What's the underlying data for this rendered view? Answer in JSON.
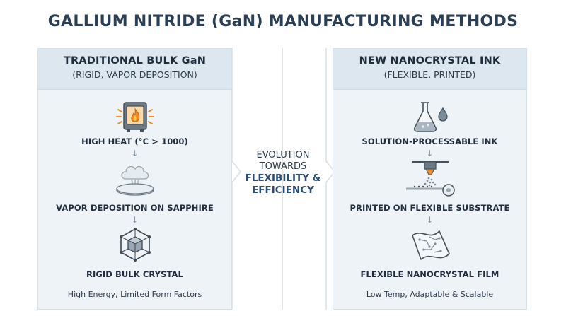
{
  "title": "GALLIUM NITRIDE (GaN) MANUFACTURING METHODS",
  "left_panel": {
    "title": "TRADITIONAL BULK GaN",
    "subtitle": "(RIGID, VAPOR DEPOSITION)",
    "steps": [
      {
        "label": "HIGH HEAT (°C > 1000)",
        "icon": "furnace-flame-icon"
      },
      {
        "label": "VAPOR DEPOSITION ON SAPPHIRE",
        "icon": "vapor-wafer-icon"
      },
      {
        "label": "RIGID BULK CRYSTAL",
        "icon": "crystal-cube-icon"
      }
    ],
    "note": "High Energy, Limited Form Factors"
  },
  "center": {
    "line1": "EVOLUTION",
    "line2": "TOWARDS",
    "line3": "FLEXIBILITY &",
    "line4": "EFFICIENCY"
  },
  "right_panel": {
    "title": "NEW NANOCRYSTAL INK",
    "subtitle": "(FLEXIBLE, PRINTED)",
    "steps": [
      {
        "label": "SOLUTION-PROCESSABLE INK",
        "icon": "flask-droplet-icon"
      },
      {
        "label": "PRINTED ON FLEXIBLE SUBSTRATE",
        "icon": "printer-nozzle-icon"
      },
      {
        "label": "FLEXIBLE NANOCRYSTAL FILM",
        "icon": "flexible-film-icon"
      }
    ],
    "note": "Low Temp, Adaptable & Scalable"
  },
  "colors": {
    "title": "#2a3f55",
    "panel_bg": "#eef3f7",
    "panel_header": "#dde7ef",
    "accent": "#2a4d73",
    "flame": "#f08a24"
  }
}
